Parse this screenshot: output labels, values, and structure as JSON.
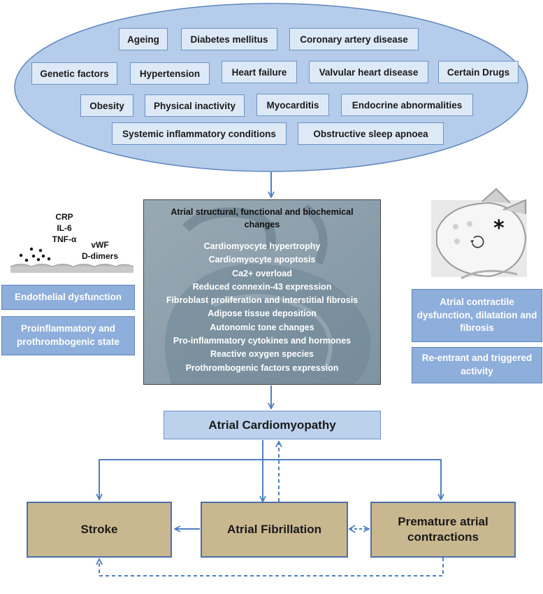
{
  "risk_factors": [
    "Ageing",
    "Diabetes mellitus",
    "Coronary artery disease",
    "Genetic factors",
    "Hypertension",
    "Heart failure",
    "Valvular heart disease",
    "Certain Drugs",
    "Obesity",
    "Physical inactivity",
    "Myocarditis",
    "Endocrine abnormalities",
    "Systemic inflammatory conditions",
    "Obstructive sleep apnoea"
  ],
  "biomarkers": {
    "crp": "CRP",
    "il6": "IL-6",
    "tnf": "TNF-α",
    "vwf": "vWF",
    "ddimers": "D-dimers"
  },
  "left_boxes": {
    "endothelial": "Endothelial dysfunction",
    "proinflammatory": "Proinflammatory and prothrombogenic state"
  },
  "right_boxes": {
    "contractile": "Atrial contractile dysfunction, dilatation and fibrosis",
    "reentrant": "Re-entrant and triggered activity"
  },
  "central": {
    "title": "Atrial structural, functional and biochemical changes",
    "changes": [
      "Cardiomyocyte hypertrophy",
      "Cardiomyocyte apoptosis",
      "Ca2+ overload",
      "Reduced connexin-43 expression",
      "Fibroblast proliferation and interstitial fibrosis",
      "Adipose tissue deposition",
      "Autonomic tone changes",
      "Pro-inflammatory cytokines and hormones",
      "Reactive oxygen species",
      "Prothrombogenic factors expression"
    ]
  },
  "cardiomyopathy": "Atrial Cardiomyopathy",
  "outcomes": {
    "stroke": "Stroke",
    "af": "Atrial Fibrillation",
    "pac": "Premature atrial contractions"
  },
  "colors": {
    "ellipse_fill": "#b5cdea",
    "ellipse_stroke": "#5f86bf",
    "arrow": "#4f7fc0",
    "box_blue": "#8eaedb",
    "outcome_fill": "#c9b88f"
  }
}
